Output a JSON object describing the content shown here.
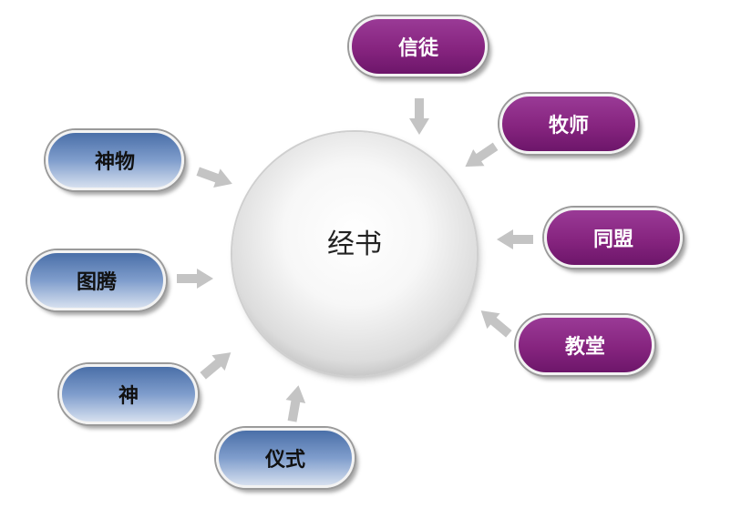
{
  "center": {
    "label": "经书"
  },
  "nodes": [
    {
      "id": "xintu",
      "label": "信徒",
      "group": "purple"
    },
    {
      "id": "mushi",
      "label": "牧师",
      "group": "purple"
    },
    {
      "id": "tongmeng",
      "label": "同盟",
      "group": "purple"
    },
    {
      "id": "jiaotang",
      "label": "教堂",
      "group": "purple"
    },
    {
      "id": "yishi",
      "label": "仪式",
      "group": "blue"
    },
    {
      "id": "shen",
      "label": "神",
      "group": "blue"
    },
    {
      "id": "tuteng",
      "label": "图腾",
      "group": "blue"
    },
    {
      "id": "shenwu",
      "label": "神物",
      "group": "blue"
    }
  ],
  "colors": {
    "purple": "#86247f",
    "blue": "#6a8cc2",
    "arrow": "#c4c4c4",
    "center": "#e8e8e8"
  }
}
